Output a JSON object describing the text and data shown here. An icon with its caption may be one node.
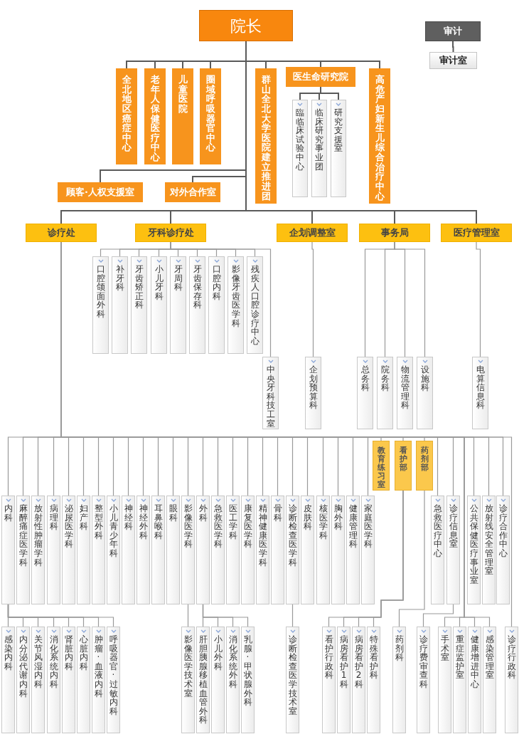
{
  "diagram": {
    "nodes": [
      {
        "text": [
          "院长"
        ]
      },
      {
        "text": [
          "审计"
        ]
      },
      {
        "text": [
          "审计室"
        ]
      },
      {
        "text": [
          "全北地区癌症中心"
        ]
      },
      {
        "text": [
          "老年人保健医疗中心"
        ]
      },
      {
        "text": [
          "儿童医院"
        ]
      },
      {
        "text": [
          "圈域呼吸器官中心"
        ]
      },
      {
        "text": [
          "群山全北大学医院建立推进团"
        ]
      },
      {
        "text": [
          "医生命研究院"
        ]
      },
      {
        "text": [
          "臨临床试验中心"
        ]
      },
      {
        "text": [
          "临床研究事业团"
        ]
      },
      {
        "text": [
          "研究支援室"
        ]
      },
      {
        "text": [
          "高危产妇新生儿综合治疗中心"
        ]
      },
      {
        "text": [
          "顾客·人权支援室"
        ]
      },
      {
        "text": [
          "对外合作室"
        ]
      },
      {
        "text": [
          "诊疗处"
        ]
      },
      {
        "text": [
          "牙科诊疗处"
        ]
      },
      {
        "text": [
          "企划调整室"
        ]
      },
      {
        "text": [
          "事务局"
        ]
      },
      {
        "text": [
          "医疗管理室"
        ]
      },
      {
        "text": [
          "口腔颌面外科"
        ]
      },
      {
        "text": [
          "补牙科"
        ]
      },
      {
        "text": [
          "牙齿矫正科"
        ]
      },
      {
        "text": [
          "小儿牙科"
        ]
      },
      {
        "text": [
          "牙周科"
        ]
      },
      {
        "text": [
          "牙齿保存科"
        ]
      },
      {
        "text": [
          "口腔内科"
        ]
      },
      {
        "text": [
          "影像牙齿医学科"
        ]
      },
      {
        "text": [
          "残疾人口腔诊疗中心"
        ]
      },
      {
        "text": [
          "中央牙科技工室"
        ]
      },
      {
        "text": [
          "企划预算科"
        ]
      },
      {
        "text": [
          "总务科"
        ]
      },
      {
        "text": [
          "院务科"
        ]
      },
      {
        "text": [
          "物流管理科"
        ]
      },
      {
        "text": [
          "设施科"
        ]
      },
      {
        "text": [
          "电算信息科"
        ]
      },
      {
        "text": [
          "教育练习室"
        ]
      },
      {
        "text": [
          "看护部"
        ]
      },
      {
        "text": [
          "药剂部"
        ]
      },
      {
        "text": [
          "内科"
        ]
      },
      {
        "text": [
          "麻醉痛症医学科"
        ]
      },
      {
        "text": [
          "放射性肿瘤学科"
        ]
      },
      {
        "text": [
          "病理科"
        ]
      },
      {
        "text": [
          "泌尿医学科"
        ]
      },
      {
        "text": [
          "妇产科"
        ]
      },
      {
        "text": [
          "整型外科"
        ]
      },
      {
        "text": [
          "小儿青少年科"
        ]
      },
      {
        "text": [
          "神经科"
        ]
      },
      {
        "text": [
          "神经外科"
        ]
      },
      {
        "text": [
          "耳鼻喉科"
        ]
      },
      {
        "text": [
          "眼科"
        ]
      },
      {
        "text": [
          "影像医学科"
        ]
      },
      {
        "text": [
          "外科"
        ]
      },
      {
        "text": [
          "急救医学科"
        ]
      },
      {
        "text": [
          "医工学科"
        ]
      },
      {
        "text": [
          "康复医学科"
        ]
      },
      {
        "text": [
          "精神健康医学科"
        ]
      },
      {
        "text": [
          "骨科"
        ]
      },
      {
        "text": [
          "诊断检查医学科"
        ]
      },
      {
        "text": [
          "皮肤科"
        ]
      },
      {
        "text": [
          "核医学科"
        ]
      },
      {
        "text": [
          "胸外科"
        ]
      },
      {
        "text": [
          "健康管理科"
        ]
      },
      {
        "text": [
          "家庭医学科"
        ]
      },
      {
        "text": [
          "急救医疗中心"
        ]
      },
      {
        "text": [
          "诊疗信息室"
        ]
      },
      {
        "text": [
          "公共保健医疗事业室"
        ]
      },
      {
        "text": [
          "放射线安全管理室"
        ]
      },
      {
        "text": [
          "诊疗合作中心"
        ]
      },
      {
        "text": [
          "感染内科"
        ]
      },
      {
        "text": [
          "内分泌代谢内科"
        ]
      },
      {
        "text": [
          "关节风湿内科"
        ]
      },
      {
        "text": [
          "消化系统内科"
        ]
      },
      {
        "text": [
          "肾脏内科"
        ]
      },
      {
        "text": [
          "心脏内科"
        ]
      },
      {
        "text": [
          "肿瘤·血液内科"
        ]
      },
      {
        "text": [
          "呼吸器官·过敏内科"
        ]
      },
      {
        "text": [
          "影像医学技术室"
        ]
      },
      {
        "text": [
          "肝胆胰腺移植血管外科"
        ]
      },
      {
        "text": [
          "小儿外科"
        ]
      },
      {
        "text": [
          "消化系统外科"
        ]
      },
      {
        "text": [
          "乳腺·甲状腺外科"
        ]
      },
      {
        "text": [
          "诊断检查医学技术室"
        ]
      },
      {
        "text": [
          "看护行政科"
        ]
      },
      {
        "text": [
          "病房看护1科"
        ]
      },
      {
        "text": [
          "病房看护2科"
        ]
      },
      {
        "text": [
          "特殊看护科"
        ]
      },
      {
        "text": [
          "药剂科"
        ]
      },
      {
        "text": [
          "诊疗费审查科"
        ]
      },
      {
        "text": [
          "手术室"
        ]
      },
      {
        "text": [
          "重症监护室"
        ]
      },
      {
        "text": [
          "健康增进中心"
        ]
      },
      {
        "text": [
          "感染管理室"
        ]
      },
      {
        "text": [
          "诊疗行政科"
        ]
      }
    ],
    "edges": [
      {
        "from": 1,
        "to": 2,
        "arrow": "none"
      },
      {
        "from": 0,
        "to": 3,
        "arrow": "none"
      },
      {
        "from": 0,
        "to": 4,
        "arrow": "none"
      },
      {
        "from": 0,
        "to": 5,
        "arrow": "none"
      },
      {
        "from": 0,
        "to": 6,
        "arrow": "none"
      },
      {
        "from": 0,
        "to": 7,
        "arrow": "none"
      },
      {
        "from": 0,
        "to": 8,
        "arrow": "none"
      },
      {
        "from": 0,
        "to": 12,
        "arrow": "none"
      },
      {
        "from": 0,
        "to": 13,
        "arrow": "none"
      },
      {
        "from": 0,
        "to": 14,
        "arrow": "none"
      },
      {
        "from": 0,
        "to": 15,
        "arrow": "none"
      },
      {
        "from": 0,
        "to": 16,
        "arrow": "none"
      },
      {
        "from": 0,
        "to": 17,
        "arrow": "none"
      },
      {
        "from": 0,
        "to": 18,
        "arrow": "none"
      },
      {
        "from": 0,
        "to": 19,
        "arrow": "none"
      },
      {
        "from": 8,
        "to": 9,
        "arrow": "none"
      },
      {
        "from": 8,
        "to": 10,
        "arrow": "none"
      },
      {
        "from": 8,
        "to": 11,
        "arrow": "none"
      },
      {
        "from": 16,
        "to": 20,
        "arrow": "none"
      },
      {
        "from": 16,
        "to": 21,
        "arrow": "none"
      },
      {
        "from": 16,
        "to": 22,
        "arrow": "none"
      },
      {
        "from": 16,
        "to": 23,
        "arrow": "none"
      },
      {
        "from": 16,
        "to": 24,
        "arrow": "none"
      },
      {
        "from": 16,
        "to": 25,
        "arrow": "none"
      },
      {
        "from": 16,
        "to": 26,
        "arrow": "none"
      },
      {
        "from": 16,
        "to": 27,
        "arrow": "none"
      },
      {
        "from": 16,
        "to": 28,
        "arrow": "none"
      },
      {
        "from": 16,
        "to": 29,
        "arrow": "none"
      },
      {
        "from": 17,
        "to": 30,
        "arrow": "none"
      },
      {
        "from": 18,
        "to": 31,
        "arrow": "none"
      },
      {
        "from": 18,
        "to": 32,
        "arrow": "none"
      },
      {
        "from": 18,
        "to": 33,
        "arrow": "none"
      },
      {
        "from": 18,
        "to": 34,
        "arrow": "none"
      },
      {
        "from": 19,
        "to": 35,
        "arrow": "none"
      },
      {
        "from": 15,
        "to": 36,
        "arrow": "none"
      },
      {
        "from": 15,
        "to": 37,
        "arrow": "none"
      },
      {
        "from": 15,
        "to": 38,
        "arrow": "none"
      },
      {
        "from": 15,
        "to": 39,
        "arrow": "none"
      },
      {
        "from": 15,
        "to": 40,
        "arrow": "none"
      },
      {
        "from": 15,
        "to": 41,
        "arrow": "none"
      },
      {
        "from": 15,
        "to": 42,
        "arrow": "none"
      },
      {
        "from": 15,
        "to": 43,
        "arrow": "none"
      },
      {
        "from": 15,
        "to": 44,
        "arrow": "none"
      },
      {
        "from": 15,
        "to": 45,
        "arrow": "none"
      },
      {
        "from": 15,
        "to": 46,
        "arrow": "none"
      },
      {
        "from": 15,
        "to": 47,
        "arrow": "none"
      },
      {
        "from": 15,
        "to": 48,
        "arrow": "none"
      },
      {
        "from": 15,
        "to": 49,
        "arrow": "none"
      },
      {
        "from": 15,
        "to": 50,
        "arrow": "none"
      },
      {
        "from": 15,
        "to": 51,
        "arrow": "none"
      },
      {
        "from": 15,
        "to": 52,
        "arrow": "none"
      },
      {
        "from": 15,
        "to": 53,
        "arrow": "none"
      },
      {
        "from": 15,
        "to": 54,
        "arrow": "none"
      },
      {
        "from": 15,
        "to": 55,
        "arrow": "none"
      },
      {
        "from": 15,
        "to": 56,
        "arrow": "none"
      },
      {
        "from": 15,
        "to": 57,
        "arrow": "none"
      },
      {
        "from": 15,
        "to": 58,
        "arrow": "none"
      },
      {
        "from": 15,
        "to": 59,
        "arrow": "none"
      },
      {
        "from": 15,
        "to": 60,
        "arrow": "none"
      },
      {
        "from": 15,
        "to": 61,
        "arrow": "none"
      },
      {
        "from": 15,
        "to": 62,
        "arrow": "none"
      },
      {
        "from": 15,
        "to": 63,
        "arrow": "none"
      },
      {
        "from": 15,
        "to": 64,
        "arrow": "none"
      },
      {
        "from": 15,
        "to": 65,
        "arrow": "none"
      },
      {
        "from": 15,
        "to": 66,
        "arrow": "none"
      },
      {
        "from": 15,
        "to": 67,
        "arrow": "none"
      },
      {
        "from": 15,
        "to": 68,
        "arrow": "none"
      },
      {
        "from": 39,
        "to": 69,
        "arrow": "none"
      },
      {
        "from": 39,
        "to": 70,
        "arrow": "none"
      },
      {
        "from": 39,
        "to": 71,
        "arrow": "none"
      },
      {
        "from": 39,
        "to": 72,
        "arrow": "none"
      },
      {
        "from": 39,
        "to": 73,
        "arrow": "none"
      },
      {
        "from": 39,
        "to": 74,
        "arrow": "none"
      },
      {
        "from": 39,
        "to": 75,
        "arrow": "none"
      },
      {
        "from": 39,
        "to": 76,
        "arrow": "none"
      },
      {
        "from": 51,
        "to": 77,
        "arrow": "none"
      },
      {
        "from": 52,
        "to": 78,
        "arrow": "none"
      },
      {
        "from": 52,
        "to": 79,
        "arrow": "none"
      },
      {
        "from": 52,
        "to": 80,
        "arrow": "none"
      },
      {
        "from": 52,
        "to": 81,
        "arrow": "none"
      },
      {
        "from": 58,
        "to": 82,
        "arrow": "none"
      },
      {
        "from": 37,
        "to": 83,
        "arrow": "none"
      },
      {
        "from": 37,
        "to": 84,
        "arrow": "none"
      },
      {
        "from": 37,
        "to": 85,
        "arrow": "none"
      },
      {
        "from": 37,
        "to": 86,
        "arrow": "none"
      },
      {
        "from": 38,
        "to": 87,
        "arrow": "none"
      },
      {
        "from": 65,
        "to": 88,
        "arrow": "none"
      },
      {
        "from": 15,
        "to": 89,
        "arrow": "none"
      },
      {
        "from": 15,
        "to": 90,
        "arrow": "none"
      },
      {
        "from": 15,
        "to": 91,
        "arrow": "none"
      },
      {
        "from": 15,
        "to": 92,
        "arrow": "none"
      },
      {
        "from": 15,
        "to": 93,
        "arrow": "none"
      }
    ]
  }
}
